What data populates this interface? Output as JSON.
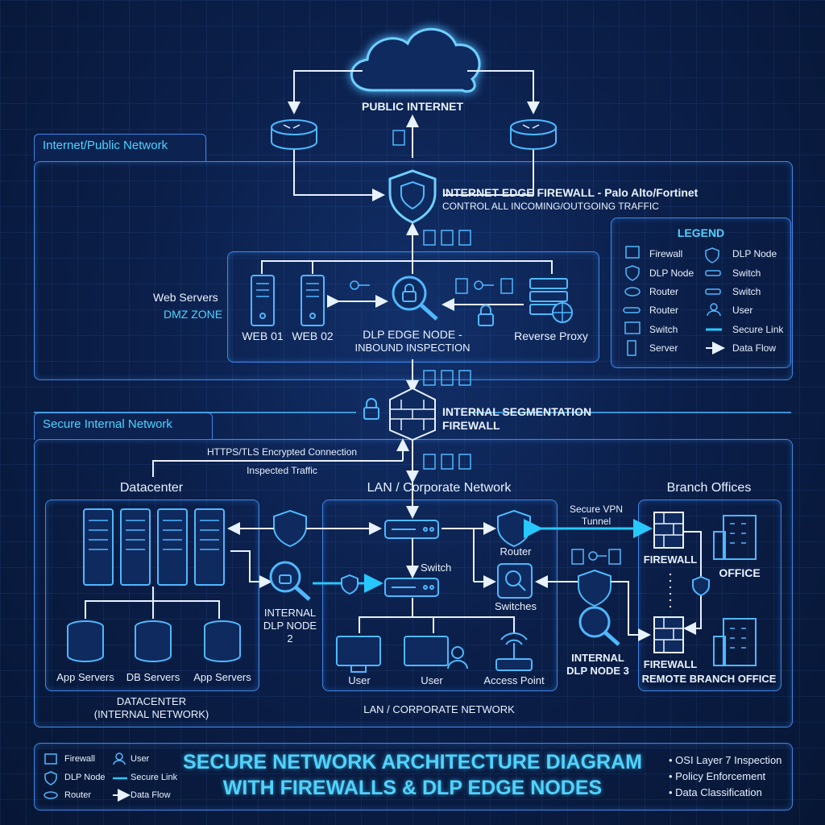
{
  "cloud": {
    "label": "PUBLIC INTERNET"
  },
  "zones": {
    "internet": "Internet/Public Network",
    "internal": "Secure Internal Network"
  },
  "edge_firewall": {
    "title": "INTERNET EDGE FIREWALL - Palo Alto/Fortinet",
    "subtitle": "CONTROL ALL INCOMING/OUTGOING TRAFFIC"
  },
  "dmz": {
    "web_servers_label": "Web Servers",
    "zone_label": "DMZ ZONE",
    "web1": "WEB 01",
    "web2": "WEB 02",
    "dlp_node": "DLP EDGE NODE -",
    "dlp_node_sub": "INBOUND INSPECTION",
    "proxy": "Reverse Proxy"
  },
  "legend": {
    "title": "LEGEND",
    "left": [
      "Firewall",
      "DLP Node",
      "Router",
      "Router",
      "Switch",
      "Server"
    ],
    "right": [
      "DLP Node",
      "Switch",
      "Switch",
      "User",
      "Secure Link",
      "Data Flow"
    ]
  },
  "segmentation_fw": {
    "line1": "INTERNAL SEGMENTATION",
    "line2": "FIREWALL"
  },
  "connections": {
    "https": "HTTPS/TLS Encrypted Connection",
    "inspected": "Inspected Traffic",
    "vpn1": "Secure VPN",
    "vpn2": "Tunnel"
  },
  "datacenter": {
    "title": "Datacenter",
    "app1": "App Servers",
    "db": "DB Servers",
    "app2": "App Servers",
    "caption1": "DATACENTER",
    "caption2": "(INTERNAL NETWORK)"
  },
  "dlp2": {
    "line1": "INTERNAL",
    "line2": "DLP NODE",
    "line3": "2"
  },
  "lan": {
    "title": "LAN / Corporate Network",
    "switch": "Switch",
    "router": "Router",
    "switches": "Switches",
    "user1": "User",
    "user2": "User",
    "ap": "Access Point",
    "caption": "LAN / CORPORATE NETWORK"
  },
  "dlp3": {
    "line1": "INTERNAL",
    "line2": "DLP NODE 3"
  },
  "branch": {
    "title": "Branch Offices",
    "fw1": "FIREWALL",
    "office": "OFFICE",
    "fw2": "FIREWALL",
    "remote": "REMOTE BRANCH OFFICE"
  },
  "footer": {
    "legend": [
      "Firewall",
      "User",
      "DLP Node",
      "Secure Link",
      "Router",
      "Data Flow"
    ],
    "title1": "SECURE NETWORK ARCHITECTURE DIAGRAM",
    "title2": "WITH FIREWALLS & DLP EDGE NODES",
    "bullets": [
      "• OSI Layer 7 Inspection",
      "• Policy Enforcement",
      "• Data Classification"
    ]
  },
  "colors": {
    "background": "#0a1a3c",
    "accent": "#4fd3ff",
    "line": "#3f86e6"
  }
}
